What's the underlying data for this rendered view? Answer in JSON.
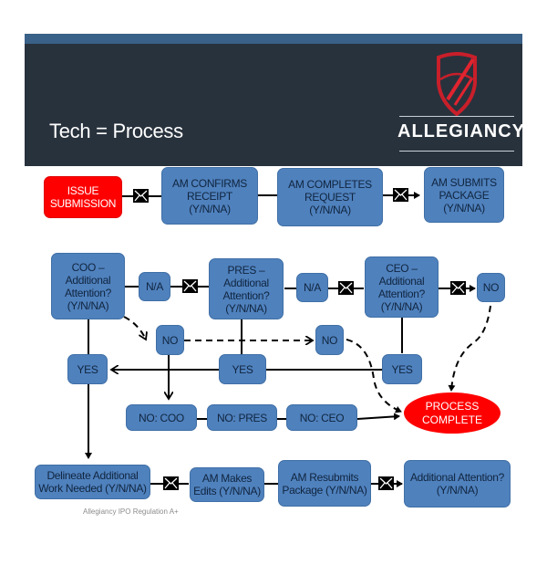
{
  "header": {
    "title": "Tech = Process",
    "brand": "ALLEGIANCY",
    "logo_icon": "shield-a-logo",
    "colors": {
      "background": "#28323d",
      "strip": "#3a6188",
      "logo_red": "#d4202c"
    }
  },
  "colors": {
    "box": "#4f81bd",
    "terminal": "#ff0000",
    "text": "#10253f"
  },
  "flow": {
    "row1": {
      "issue_submission": [
        "ISSUE",
        "SUBMISSION"
      ],
      "am_confirms": [
        "AM CONFIRMS",
        "RECEIPT",
        "(Y/N/NA)"
      ],
      "am_completes": [
        "AM COMPLETES",
        "REQUEST",
        "(Y/N/NA)"
      ],
      "am_submits": [
        "AM SUBMITS",
        "PACKAGE",
        "(Y/N/NA)"
      ]
    },
    "row2": {
      "coo": [
        "COO –",
        "Additional",
        "Attention?",
        "(Y/N/NA)"
      ],
      "na1": "N/A",
      "pres": [
        "PRES –",
        "Additional",
        "Attention?",
        "(Y/N/NA)"
      ],
      "na2": "N/A",
      "ceo": [
        "CEO –",
        "Additional",
        "Attention?",
        "(Y/N/NA)"
      ],
      "no_ceo_right": "NO"
    },
    "row3": {
      "no1": "NO",
      "no2": "NO",
      "yes_coo": "YES",
      "yes_pres": "YES",
      "yes_ceo": "YES"
    },
    "row4": {
      "no_coo": "NO: COO",
      "no_pres": "NO: PRES",
      "no_ceo": "NO: CEO",
      "process_complete": [
        "PROCESS",
        "COMPLETE"
      ]
    },
    "row5": {
      "delineate": [
        "Delineate Additional",
        "Work Needed (Y/N/NA)"
      ],
      "am_makes_edits": [
        "AM Makes",
        "Edits (Y/N/NA)"
      ],
      "am_resubmits": [
        "AM Resubmits",
        "Package (Y/N/NA)"
      ],
      "additional_attention": [
        "Additional Attention?",
        "(Y/N/NA)"
      ]
    }
  },
  "footnote": "Allegiancy IPO Regulation A+",
  "icons": {
    "message": "envelope-icon"
  }
}
